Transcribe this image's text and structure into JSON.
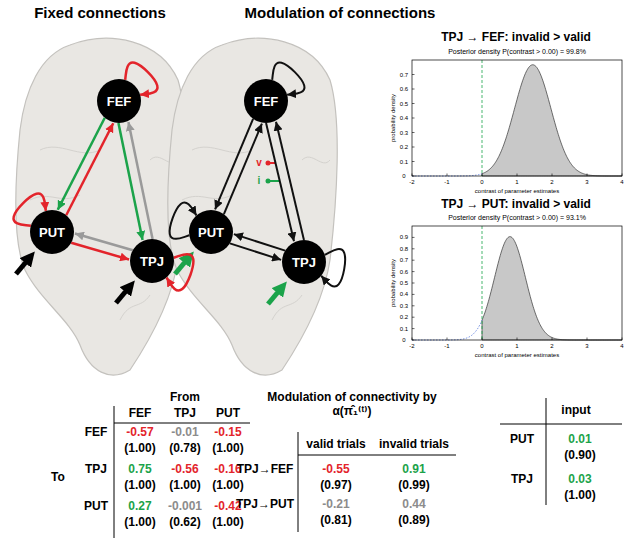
{
  "diagram": {
    "nodes": [
      {
        "text": [
          "FEF"
        ]
      },
      {
        "text": [
          "PUT"
        ]
      },
      {
        "text": [
          "TPJ"
        ]
      },
      {
        "text": [
          "FEF"
        ]
      },
      {
        "text": [
          "PUT"
        ]
      },
      {
        "text": [
          "TPJ"
        ]
      }
    ],
    "edges": [
      {
        "from": 0,
        "to": 0,
        "arrow": "to"
      },
      {
        "from": 1,
        "to": 1,
        "arrow": "to"
      },
      {
        "from": 2,
        "to": 2,
        "arrow": "to"
      },
      {
        "from": 1,
        "to": 0,
        "arrow": "to"
      },
      {
        "from": 0,
        "to": 1,
        "arrow": "to"
      },
      {
        "from": 0,
        "to": 2,
        "arrow": "to"
      },
      {
        "from": 2,
        "to": 0,
        "arrow": "to"
      },
      {
        "from": 1,
        "to": 2,
        "arrow": "to"
      },
      {
        "from": 2,
        "to": 1,
        "arrow": "to"
      },
      {
        "from": 3,
        "to": 3,
        "arrow": "to"
      },
      {
        "from": 4,
        "to": 4,
        "arrow": "to"
      },
      {
        "from": 5,
        "to": 5,
        "arrow": "to"
      },
      {
        "from": 4,
        "to": 3,
        "arrow": "to"
      },
      {
        "from": 3,
        "to": 4,
        "arrow": "to"
      },
      {
        "from": 3,
        "to": 5,
        "arrow": "to"
      },
      {
        "from": 5,
        "to": 3,
        "arrow": "to"
      },
      {
        "from": 4,
        "to": 5,
        "arrow": "to"
      },
      {
        "from": 5,
        "to": 4,
        "arrow": "to"
      }
    ],
    "labels": [
      "TPJ → FEF: invalid > valid",
      "Posterior density P(contrast > 0.00) = 99.8%",
      "probability density",
      "contrast of parameter estimates",
      "0",
      "0.1",
      "0.2",
      "0.3",
      "0.4",
      "0.5",
      "0.6",
      "0.7",
      "-2",
      "-1",
      "0",
      "1",
      "2",
      "3",
      "4",
      "TPJ → PUT: invalid > valid",
      "Posterior density P(contrast > 0.00) = 93.1%",
      "probability density",
      "contrast of parameter estimates",
      "0",
      "0.1",
      "0.2",
      "0.3",
      "0.4",
      "0.5",
      "0.6",
      "0.7",
      "0.8",
      "0.9",
      "-2",
      "-1",
      "0",
      "1",
      "2",
      "3",
      "4",
      "v",
      "i",
      "From",
      "FEF",
      "TPJ",
      "PUT",
      "To",
      "FEF",
      "TPJ",
      "PUT",
      "-0.57",
      "(1.00)",
      "-0.01",
      "(0.78)",
      "-0.15",
      "(1.00)",
      "0.75",
      "(1.00)",
      "-0.56",
      "(1.00)",
      "-0.16",
      "(1.00)",
      "0.27",
      "(1.00)",
      "-0.001",
      "(0.62)",
      "-0.42",
      "(1.00)",
      "Modulation of connectivity by α(π̂₁⁽ᵗ⁾)",
      "valid trials",
      "invalid trials",
      "TPJ→FEF",
      "TPJ→PUT",
      "-0.55",
      "(0.97)",
      "0.91",
      "(0.99)",
      "-0.21",
      "(0.81)",
      "0.44",
      "(0.89)",
      "input",
      "PUT",
      "TPJ",
      "0.01",
      "(0.90)",
      "0.03",
      "(1.00)",
      "Fixed connections",
      "Modulation of connections"
    ]
  }
}
